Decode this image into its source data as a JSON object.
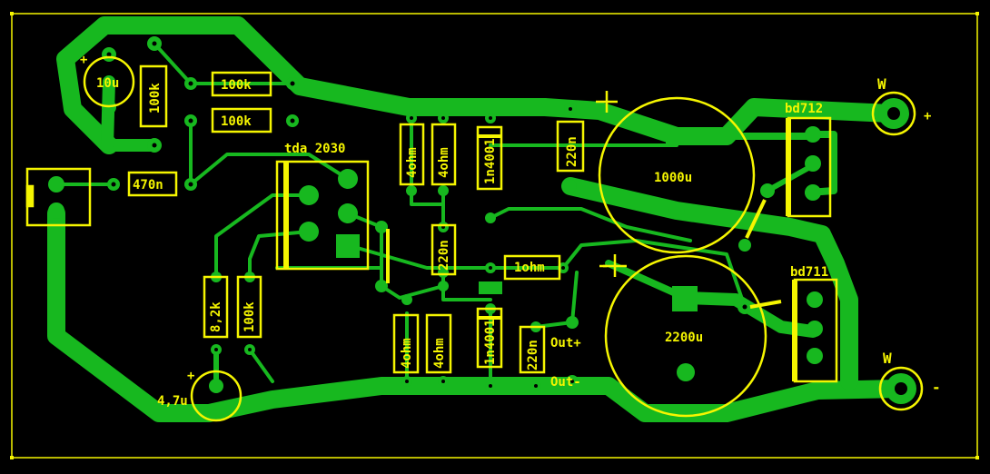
{
  "colors": {
    "background": "#000000",
    "trace": "#17b81f",
    "silkscreen": "#f5f500",
    "hole": "#000000"
  },
  "labels": {
    "c_10u": "10u",
    "r_100k_v": "100k",
    "r_100k_a": "100k",
    "r_100k_b": "100k",
    "r_470n": "470n",
    "ic_name": "tda 2030",
    "r_4ohm_1": "4ohm",
    "r_4ohm_2": "4ohm",
    "d_1n4001_top": "1n4001",
    "c_220n_top": "220n",
    "c_220n_mid": "220n",
    "c_1000u": "1000u",
    "c_2200u": "2200u",
    "r_1ohm": "1ohm",
    "r_8_2k": "8,2k",
    "r_100k_lower": "100k",
    "c_4_7u": "4,7u",
    "r_4ohm_3": "4ohm",
    "r_4ohm_4": "4ohm",
    "d_1n4001_bottom": "1n4001",
    "c_220n_bottom": "220n",
    "out_plus": "Out+",
    "out_minus": "Out-",
    "q_top": "bd712",
    "q_bottom": "bd711",
    "w_top": "W",
    "w_bottom": "W",
    "pol_plus_top": "+",
    "pol_minus_bottom": "-",
    "plus_10u": "+",
    "plus_4_7u": "+"
  }
}
